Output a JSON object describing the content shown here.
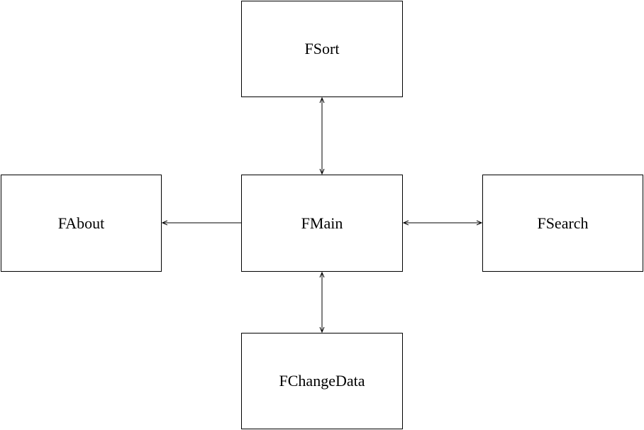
{
  "nodes": {
    "sort": "FSort",
    "about": "FAbout",
    "main": "FMain",
    "search": "FSearch",
    "change_data": "FChangeData"
  },
  "edges": [
    {
      "from": "FMain",
      "to": "FSort",
      "direction": "bidirectional"
    },
    {
      "from": "FMain",
      "to": "FAbout",
      "direction": "forward"
    },
    {
      "from": "FMain",
      "to": "FSearch",
      "direction": "bidirectional"
    },
    {
      "from": "FMain",
      "to": "FChangeData",
      "direction": "bidirectional"
    }
  ],
  "colors": {
    "stroke": "#000000",
    "background": "#ffffff"
  }
}
